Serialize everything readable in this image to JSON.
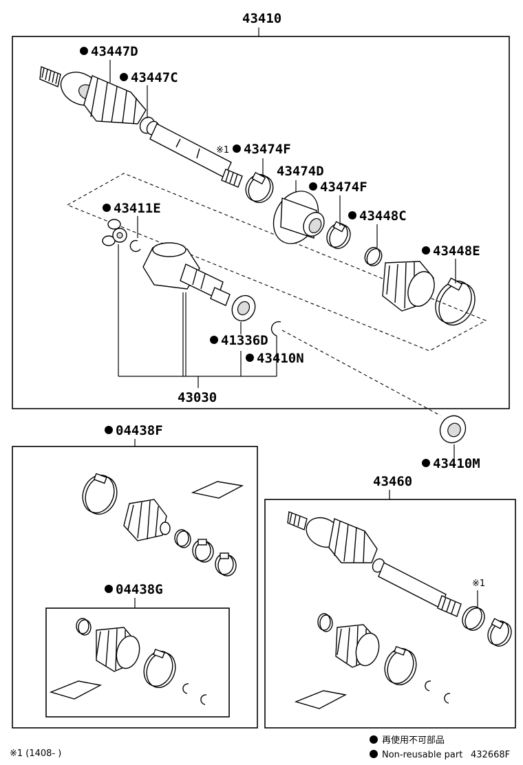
{
  "labels": {
    "assembly_43410": "43410",
    "p43447D": "43447D",
    "p43447C": "43447C",
    "p43474F_a": "43474F",
    "p43474D": "43474D",
    "p43474F_b": "43474F",
    "p43411E": "43411E",
    "p43448C": "43448C",
    "p43448E": "43448E",
    "p41336D": "41336D",
    "p43410N": "43410N",
    "sub_43030": "43030",
    "p04438F": "04438F",
    "p04438G": "04438G",
    "p43410M": "43410M",
    "assembly_43460": "43460",
    "note_mark_1": "※1",
    "note_mark_2": "※1"
  },
  "legend": {
    "line1": "再使用不可部品",
    "line2": "Non-reusable part",
    "diagram_code": "432668F",
    "footnote": "※1 (1408-      )"
  },
  "symbols": {
    "non_reusable_marker": "filled-circle-icon",
    "marker_color": "#000000"
  }
}
